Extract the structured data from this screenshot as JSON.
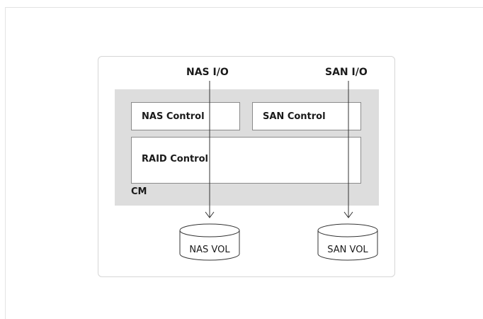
{
  "io_labels": {
    "nas": "NAS I/O",
    "san": "SAN I/O"
  },
  "controls": {
    "nas": "NAS Control",
    "san": "SAN Control",
    "raid": "RAID Control"
  },
  "cm_label": "CM",
  "volumes": {
    "nas": "NAS VOL",
    "san": "SAN VOL"
  },
  "colors": {
    "cm_background": "#dddddd",
    "box_border": "#8a8a8a",
    "line": "#333333"
  }
}
